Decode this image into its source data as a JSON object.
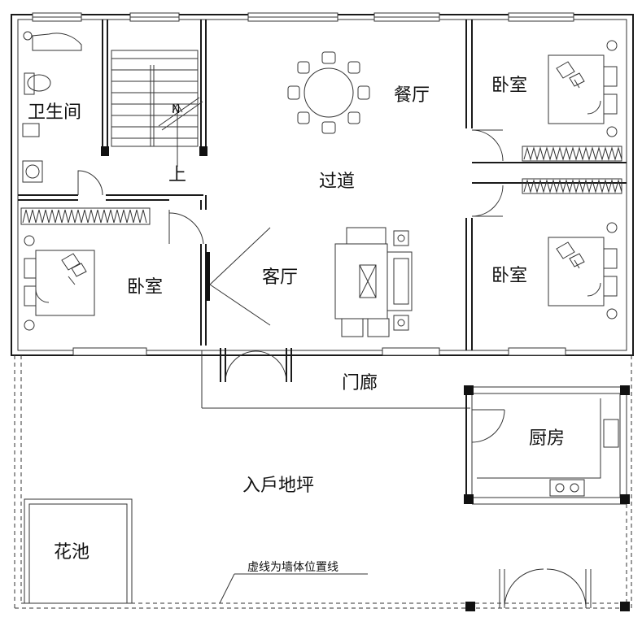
{
  "rooms": {
    "bathroom": "卫生间",
    "stairs_up": "上",
    "dining": "餐厅",
    "corridor": "过道",
    "bedroom_ne": "卧室",
    "bedroom_se": "卧室",
    "bedroom_w": "卧室",
    "living": "客厅",
    "porch": "门廊",
    "kitchen": "厨房",
    "entry_yard": "入戶地坪",
    "flower_bed": "花池"
  },
  "note": "虚线为墙体位置线"
}
